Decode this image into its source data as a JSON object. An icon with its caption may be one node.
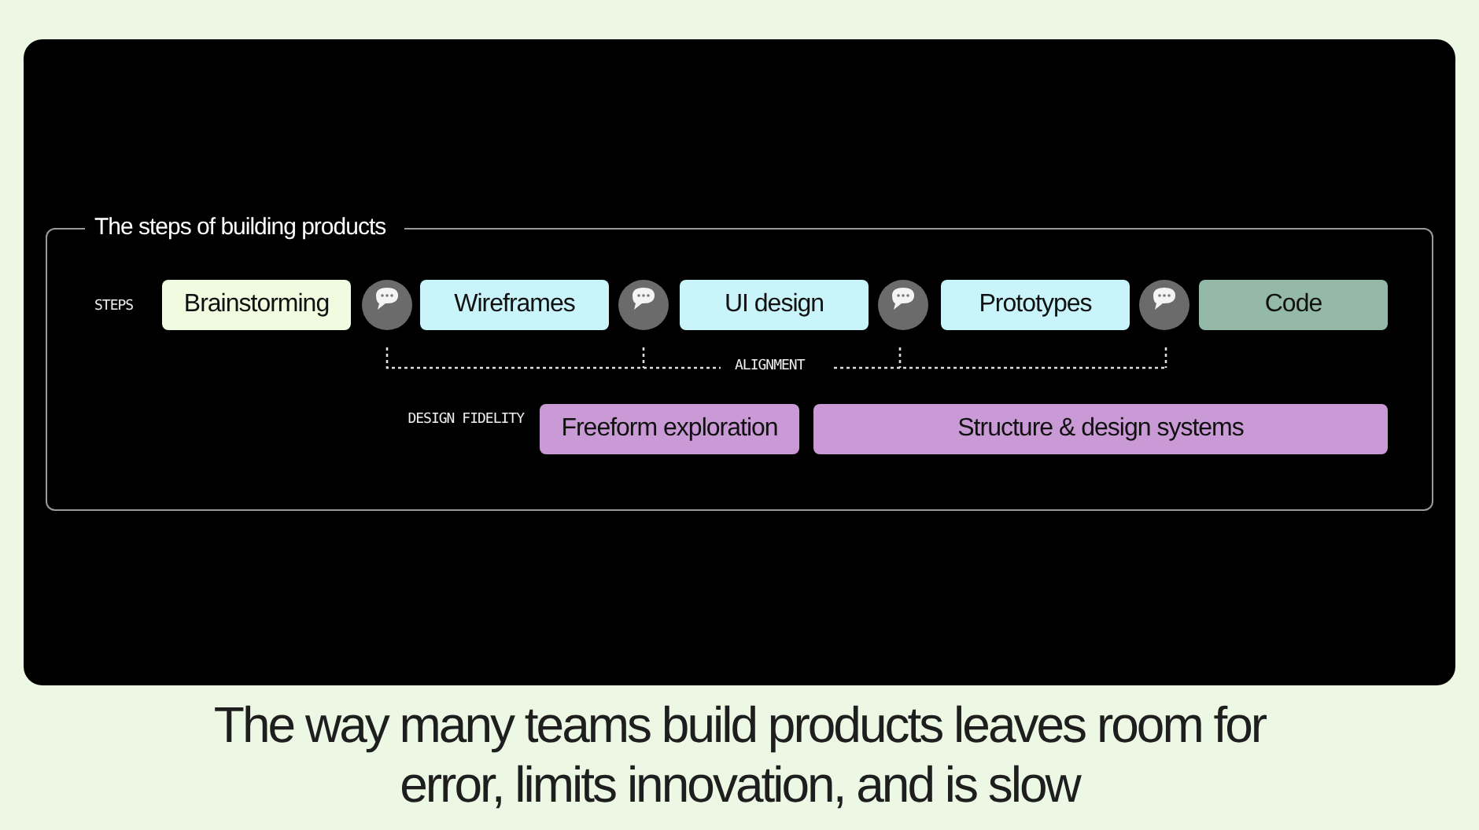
{
  "diagram": {
    "caption": "The way many teams build products leaves room for error, limits innovation, and is slow",
    "nodes": [
      {
        "text": [
          "The steps of building products"
        ]
      },
      {
        "text": [
          "Brainstorming"
        ],
        "in": 0
      },
      {
        "text": [
          "Wireframes"
        ],
        "in": 0
      },
      {
        "text": [
          "UI design"
        ],
        "in": 0
      },
      {
        "text": [
          "Prototypes"
        ],
        "in": 0
      },
      {
        "text": [
          "Code"
        ],
        "in": 0
      },
      {
        "text": [
          "Freeform exploration"
        ],
        "in": 0
      },
      {
        "text": [
          "Structure & design systems"
        ],
        "in": 0
      }
    ],
    "labels": [
      "STEPS",
      "ALIGNMENT",
      "DESIGN FIDELITY"
    ]
  }
}
